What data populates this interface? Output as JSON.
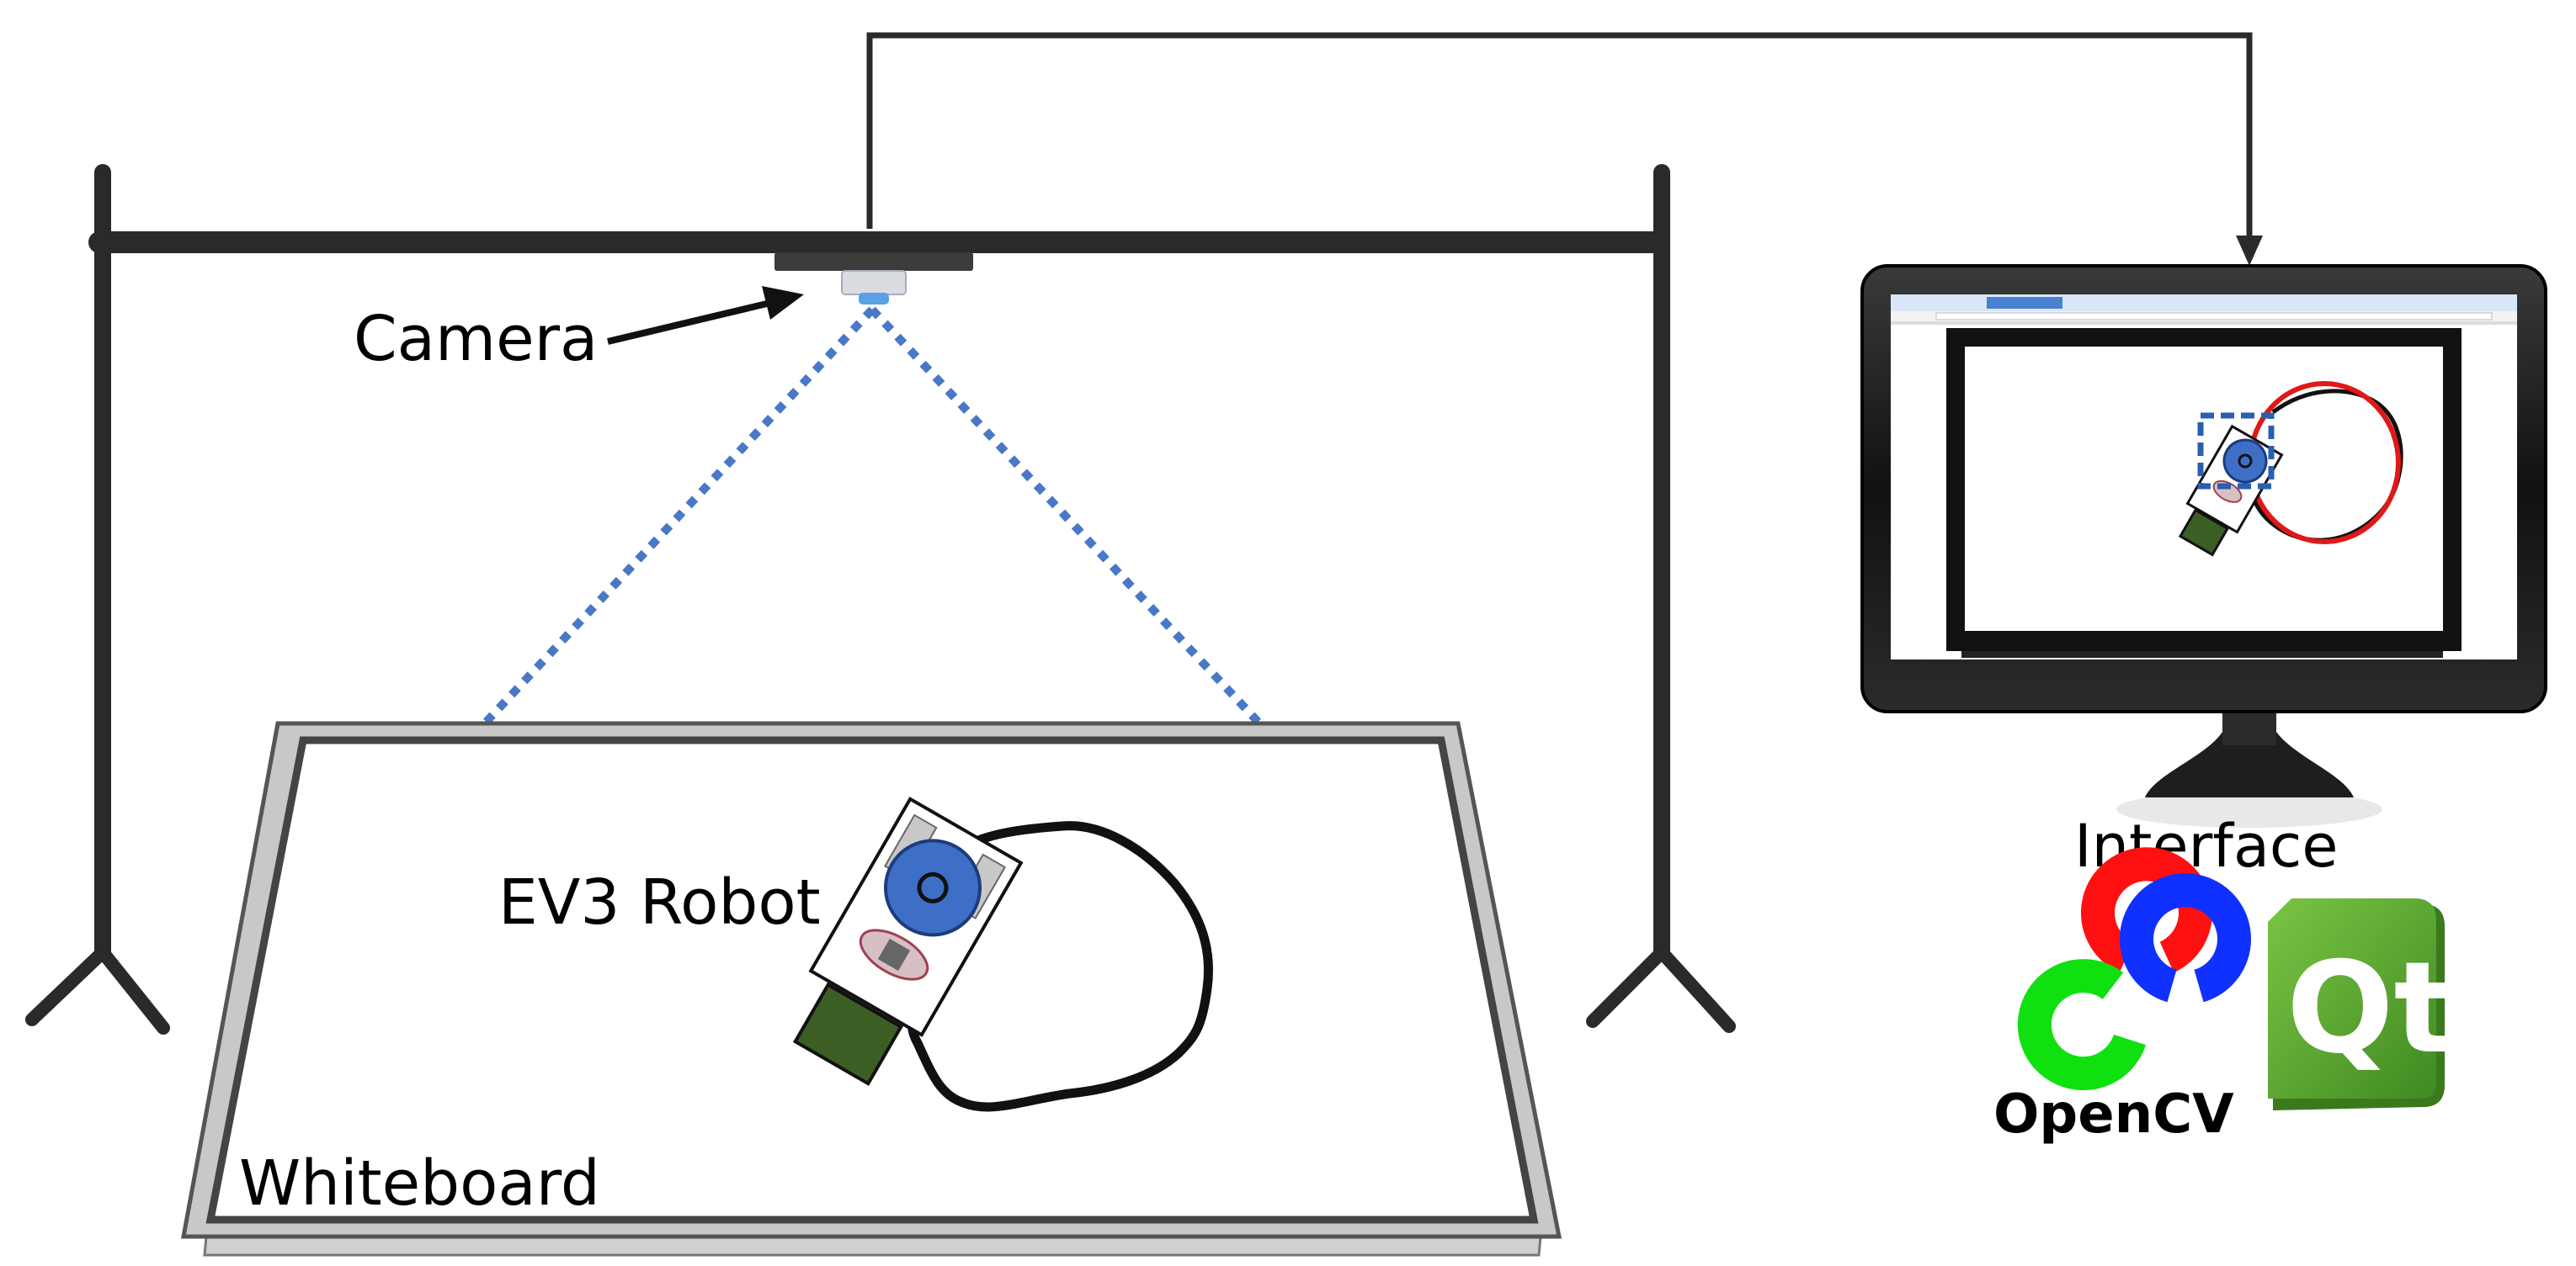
{
  "labels": {
    "camera": "Camera",
    "robot": "EV3 Robot",
    "whiteboard": "Whiteboard",
    "interface": "Interface"
  },
  "logos": {
    "opencv": "OpenCV",
    "qt": "Qt"
  },
  "colors": {
    "frame": "#2a2a2a",
    "camera_view": "#4a78c8",
    "robot_wheel": "#3d6fc6",
    "robot_battery": "#3b5e25",
    "trajectory_fit": "#e01818",
    "opencv_red": "#ff1010",
    "opencv_green": "#10e010",
    "opencv_blue": "#1030ff",
    "qt_green": "#5aa832"
  }
}
